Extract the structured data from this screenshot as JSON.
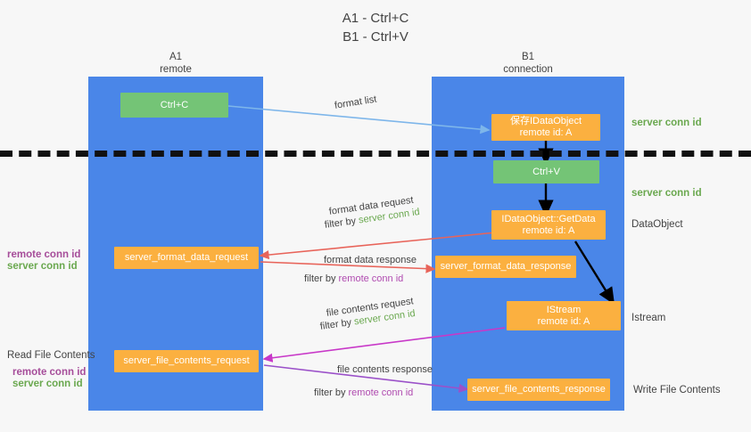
{
  "title": {
    "line1": "A1 - Ctrl+C",
    "line2": "B1 - Ctrl+V"
  },
  "columns": [
    {
      "name": "A1",
      "sub": "remote"
    },
    {
      "name": "B1",
      "sub": "connection"
    }
  ],
  "boxes": {
    "ctrl_c": "Ctrl+C",
    "ctrl_v": "Ctrl+V",
    "save_dataobject_l1": "保存IDataObject",
    "save_dataobject_l2": "remote id: A",
    "getdata_l1": "IDataObject::GetData",
    "getdata_l2": "remote id: A",
    "istream_l1": "IStream",
    "istream_l2": "remote id: A",
    "server_format_data_request": "server_format_data_request",
    "server_format_data_response": "server_format_data_response",
    "server_file_contents_request": "server_file_contents_request",
    "server_file_contents_response": "server_file_contents_response"
  },
  "right_labels": {
    "server_conn_id_top": "server conn id",
    "server_conn_id_mid": "server conn id",
    "dataobject": "DataObject",
    "istream": "Istream",
    "write_file_contents": "Write File Contents"
  },
  "left_labels": {
    "remote_conn_id_1": "remote conn id",
    "server_conn_id_1": "server conn id",
    "read_file_contents": "Read File Contents",
    "remote_conn_id_2": "remote conn id",
    "server_conn_id_2": "server conn id"
  },
  "captions": {
    "format_list": "format list",
    "format_data_request": "format data request",
    "filter_by_prefix": "filter by ",
    "server_conn_id": "server conn id",
    "remote_conn_id": "remote conn id",
    "format_data_response": "format data response",
    "file_contents_request": "file contents request",
    "file_contents_response": "file contents response"
  },
  "colors": {
    "lane": "#4a86e8",
    "box_orange": "#fbb040",
    "box_green": "#74c476",
    "green_text": "#6aa84f",
    "purple_text": "#b04bb0",
    "arrow_blue": "#7eb6ea",
    "arrow_red": "#e8645a",
    "arrow_magenta": "#c838c8",
    "arrow_purple": "#9b51c9",
    "arrow_black": "#000000",
    "background": "#f7f7f7"
  }
}
